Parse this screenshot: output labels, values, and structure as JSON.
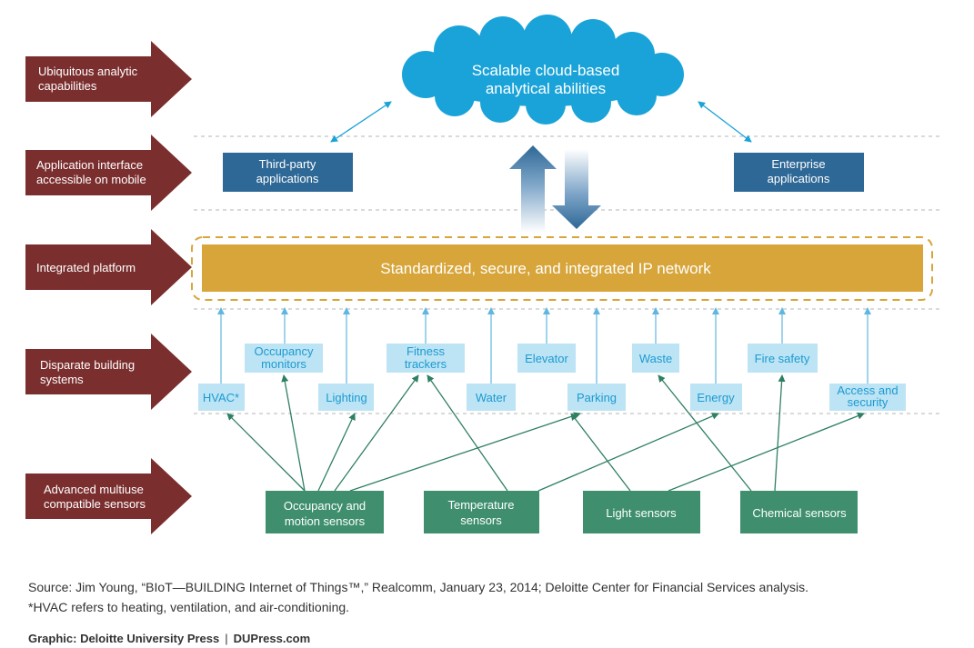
{
  "tiers": [
    {
      "line1": "Ubiquitous analytic",
      "line2": "capabilities"
    },
    {
      "line1": "Application interface",
      "line2": "accessible on mobile"
    },
    {
      "line1": "Integrated platform",
      "line2": ""
    },
    {
      "line1": "Disparate building",
      "line2": "systems"
    },
    {
      "line1": "Advanced multiuse",
      "line2": "compatible sensors"
    }
  ],
  "cloud": {
    "line1": "Scalable cloud-based",
    "line2": "analytical abilities"
  },
  "apps": {
    "third_party": {
      "line1": "Third-party",
      "line2": "applications"
    },
    "enterprise": {
      "line1": "Enterprise",
      "line2": "applications"
    }
  },
  "platform": {
    "label": "Standardized, secure, and integrated IP network"
  },
  "systems": {
    "hvac": "HVAC*",
    "occupancy_monitors": {
      "line1": "Occupancy",
      "line2": "monitors"
    },
    "lighting": "Lighting",
    "fitness_trackers": {
      "line1": "Fitness",
      "line2": "trackers"
    },
    "water": "Water",
    "elevator": "Elevator",
    "parking": "Parking",
    "waste": "Waste",
    "energy": "Energy",
    "fire_safety": "Fire safety",
    "access_security": {
      "line1": "Access and",
      "line2": "security"
    }
  },
  "sensors": {
    "occupancy_motion": {
      "line1": "Occupancy and",
      "line2": "motion sensors"
    },
    "temperature": {
      "line1": "Temperature",
      "line2": "sensors"
    },
    "light": "Light sensors",
    "chemical": "Chemical sensors"
  },
  "footer": {
    "source": "Source: Jim Young, “BIoT—BUILDING Internet of Things™,” Realcomm, January 23, 2014; Deloitte Center for Financial Services analysis.",
    "note": "*HVAC refers to heating, ventilation, and air-conditioning.",
    "graphic": "Graphic: Deloitte University Press",
    "separator": "|",
    "site": "DUPress.com"
  },
  "colors": {
    "tier_arrow": "#7b2e2e",
    "cloud": "#1aa3d8",
    "app_box": "#2e6896",
    "platform": "#d7a53a",
    "system_box": "#bde4f4",
    "system_text": "#1b9ad2",
    "sensor_box": "#3f8f6f",
    "connector": "#2f7f63",
    "up_arrow": "#5fb7e0"
  }
}
